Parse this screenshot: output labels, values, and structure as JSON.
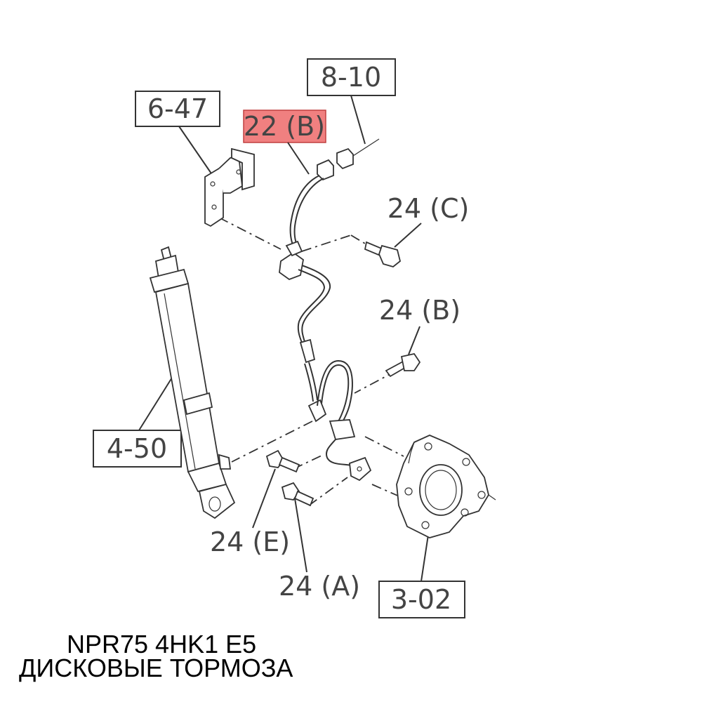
{
  "labels": {
    "ref_647": "6-47",
    "ref_810": "8-10",
    "ref_22b": "22 (B)",
    "ref_24c": "24 (C)",
    "ref_24b": "24 (B)",
    "ref_450": "4-50",
    "ref_24e": "24 (E)",
    "ref_24a": "24 (A)",
    "ref_302": "3-02"
  },
  "highlight_color": "#f08080",
  "caption": {
    "line1": "NPR75 4HK1 E5",
    "line2": "ДИСКОВЫЕ ТОРМОЗА"
  }
}
